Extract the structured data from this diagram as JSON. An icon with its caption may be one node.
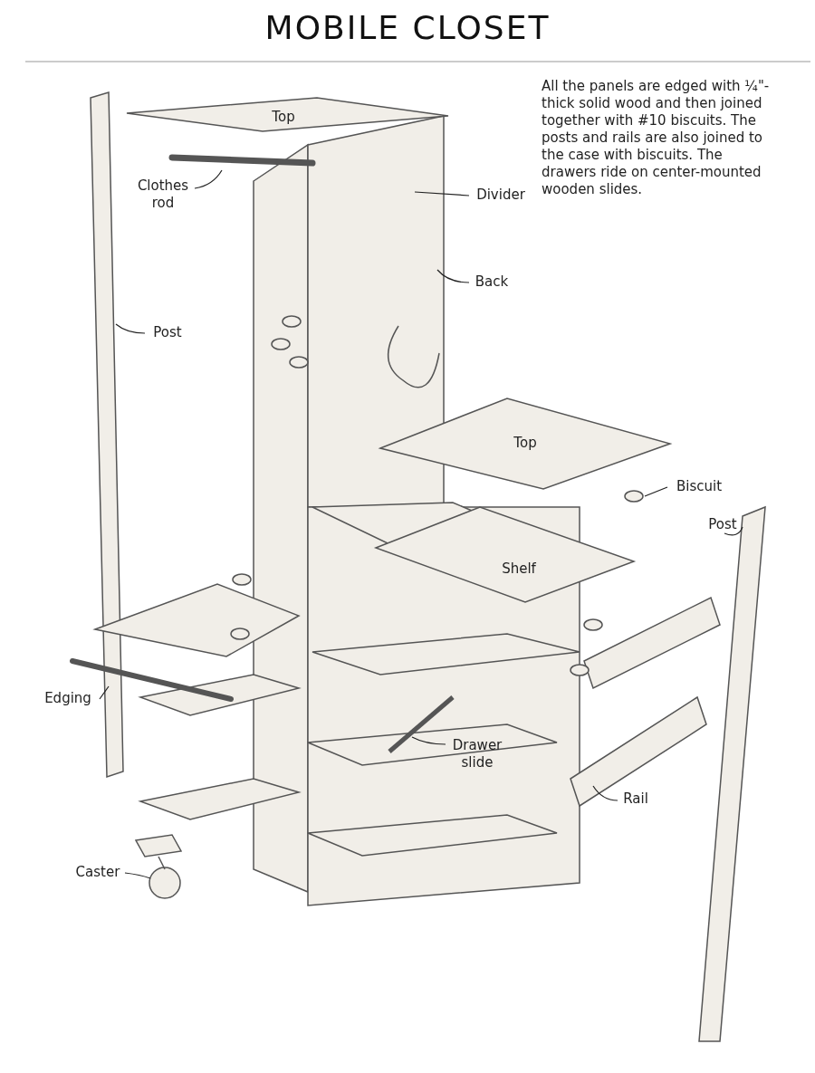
{
  "diagram": {
    "title": "MOBILE CLOSET",
    "nodes": [
      {
        "text": [
          "Clothes rod"
        ]
      },
      {
        "text": [
          "Divider"
        ]
      },
      {
        "text": [
          "Back"
        ]
      },
      {
        "text": [
          "Post"
        ]
      },
      {
        "text": [
          "Biscuit"
        ]
      },
      {
        "text": [
          "Post"
        ]
      },
      {
        "text": [
          "Edging"
        ]
      },
      {
        "text": [
          "Drawer slide"
        ]
      },
      {
        "text": [
          "Rail"
        ]
      },
      {
        "text": [
          "Caster"
        ]
      }
    ],
    "edges": [
      {
        "from": 0,
        "to": null,
        "arrow": "none"
      },
      {
        "from": 1,
        "to": null,
        "arrow": "none"
      },
      {
        "from": 2,
        "to": null,
        "arrow": "none"
      },
      {
        "from": 3,
        "to": null,
        "arrow": "none"
      },
      {
        "from": 4,
        "to": null,
        "arrow": "none"
      },
      {
        "from": 5,
        "to": null,
        "arrow": "none"
      },
      {
        "from": 6,
        "to": null,
        "arrow": "none"
      },
      {
        "from": 7,
        "to": null,
        "arrow": "none"
      },
      {
        "from": 8,
        "to": null,
        "arrow": "none"
      },
      {
        "from": 9,
        "to": null,
        "arrow": "none"
      }
    ],
    "labels": [
      "All the panels are edged with ¼\"-thick solid wood and then joined together with #10 biscuits. The posts and rails are also joined to the case with biscuits. The drawers ride on center-mounted wooden slides.",
      "Top",
      "Top",
      "Shelf"
    ]
  }
}
